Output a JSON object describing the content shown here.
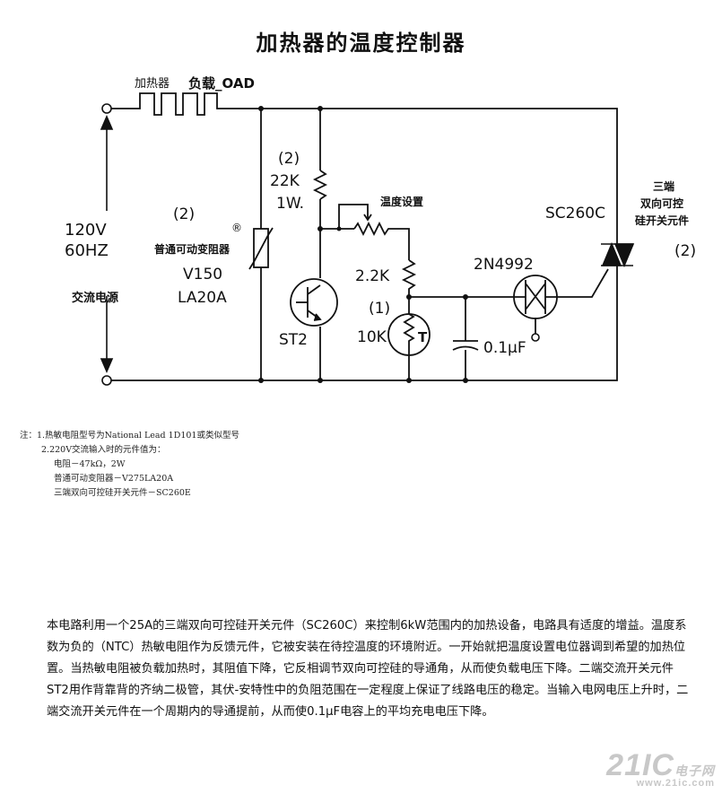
{
  "title": "加热器的温度控制器",
  "labels": {
    "heater": "加热器",
    "load": "负载_OAD",
    "source_voltage": "120V",
    "source_freq": "60HZ",
    "source_name": "交流电源",
    "varistor_count": "(2)",
    "varistor_mark": "®",
    "varistor_name": "普通可动变阻器",
    "varistor_model_1": "V150",
    "varistor_model_2": "LA20A",
    "resistor_count": "(2)",
    "resistor_value": "22K",
    "resistor_power": "1W.",
    "pot_name": "温度设置",
    "r2_value": "2.2K",
    "thermistor_count": "(1)",
    "thermistor_value": "10K",
    "thermistor_symbol": "T",
    "diac_model": "2N4992",
    "capacitor_value": "0.1μF",
    "st2_name": "ST2",
    "triac_model": "SC260C",
    "triac_desc_1": "三端",
    "triac_desc_2": "双向可控",
    "triac_desc_3": "硅开关元件",
    "triac_count": "(2)"
  },
  "notes": {
    "line1": "注：1.热敏电阻型号为National Lead 1D101或类似型号",
    "line2": "2.220V交流输入时的元件值为：",
    "line3": "电阻－47kΩ，2W",
    "line4": "普通可动变阻器－V275LA20A",
    "line5": "三端双向可控硅开关元件－SC260E"
  },
  "paragraph": "本电路利用一个25A的三端双向可控硅开关元件（SC260C）来控制6kW范围内的加热设备，电路具有适度的增益。温度系数为负的（NTC）热敏电阻作为反馈元件，它被安装在待控温度的环境附近。一开始就把温度设置电位器调到希望的加热位置。当热敏电阻被负载加热时，其阻值下降，它反相调节双向可控硅的导通角，从而使负载电压下降。二端交流开关元件ST2用作背靠背的齐纳二极管，其伏-安特性中的负阻范围在一定程度上保证了线路电压的稳定。当输入电网电压上升时，二端交流开关元件在一个周期内的导通提前，从而使0.1μF电容上的平均充电电压下降。",
  "watermark": {
    "brand": "21IC",
    "sub": "电子网",
    "site": "www.21ic.com"
  }
}
